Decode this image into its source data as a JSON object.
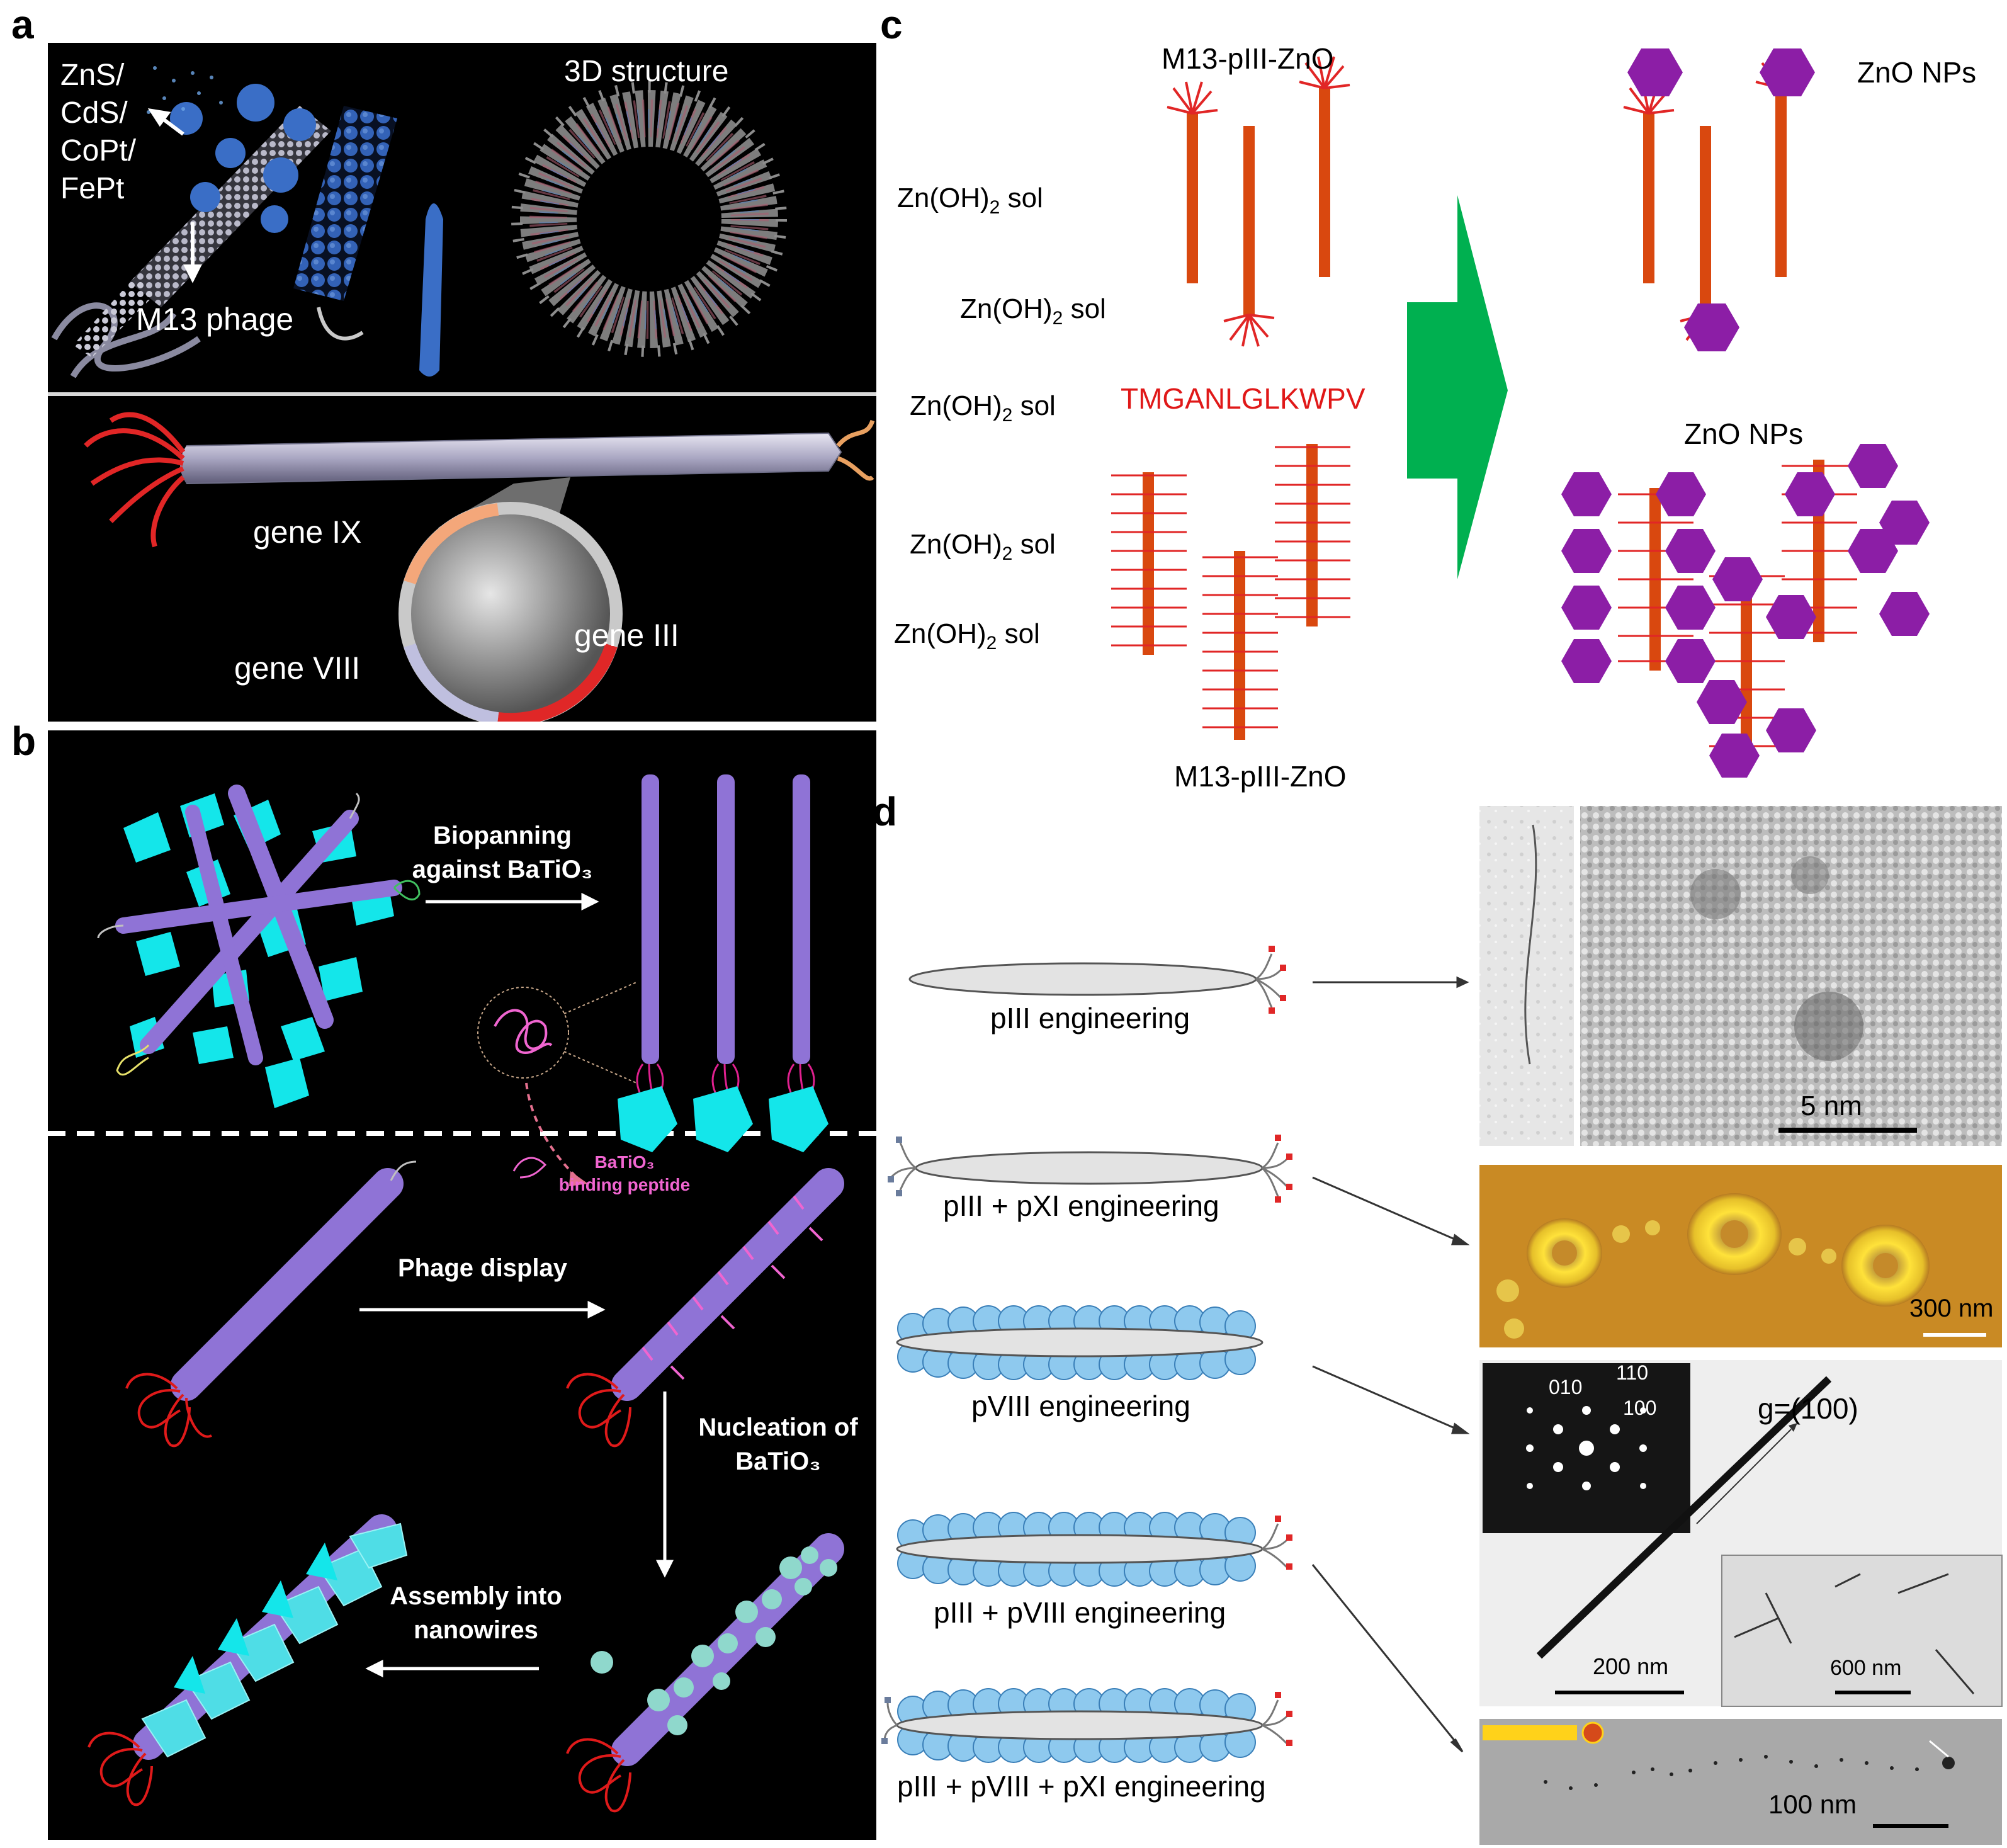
{
  "panels": {
    "a": {
      "label": "a",
      "material_label": [
        "ZnS/",
        "CdS/",
        "CoPt/",
        "FePt"
      ],
      "phage_label": "M13 phage",
      "structure_label": "3D structure",
      "genes": {
        "ix": "gene IX",
        "iii": "gene III",
        "viii": "gene VIII"
      }
    },
    "b": {
      "label": "b",
      "biopanning": [
        "Biopanning",
        "against BaTiO₃"
      ],
      "peptide": [
        "BaTiO₃",
        "binding peptide"
      ],
      "phage_display": "Phage display",
      "nucleation": [
        "Nucleation of",
        "BaTiO₃"
      ],
      "assembly": [
        "Assembly into",
        "nanowires"
      ]
    },
    "c": {
      "label": "c",
      "top_construct": "M13-pIII-ZnO",
      "bottom_construct": "M13-pIII-ZnO",
      "sol": "Zn(OH)",
      "sol_sub": "2",
      "sol_suffix": " sol",
      "sequence": "TMGANLGLKWPV",
      "np_top": "ZnO NPs",
      "np_bottom": "ZnO NPs"
    },
    "d": {
      "label": "d",
      "rows": [
        "pIII engineering",
        "pIII + pXI engineering",
        "pVIII engineering",
        "pIII + pVIII engineering",
        "pIII + pVIII + pXI engineering"
      ],
      "scales": [
        "5 nm",
        "300 nm",
        "200 nm",
        "600 nm",
        "100 nm"
      ],
      "diffraction": [
        "010",
        "110",
        "100"
      ],
      "g_vector": "g=(100)"
    }
  },
  "colors": {
    "black_bg": "#000000",
    "phage_purple": "#8f73d6",
    "cyan_crystal": "#14e6ea",
    "pink_peptide": "#f065d0",
    "red_tail": "#e01a1a",
    "rod_orange": "#d9480f",
    "zno_purple": "#8c1ea6",
    "arrow_green": "#00b050",
    "coat_blue": "#8ec9ee",
    "afm_gold": "#c98a24"
  }
}
